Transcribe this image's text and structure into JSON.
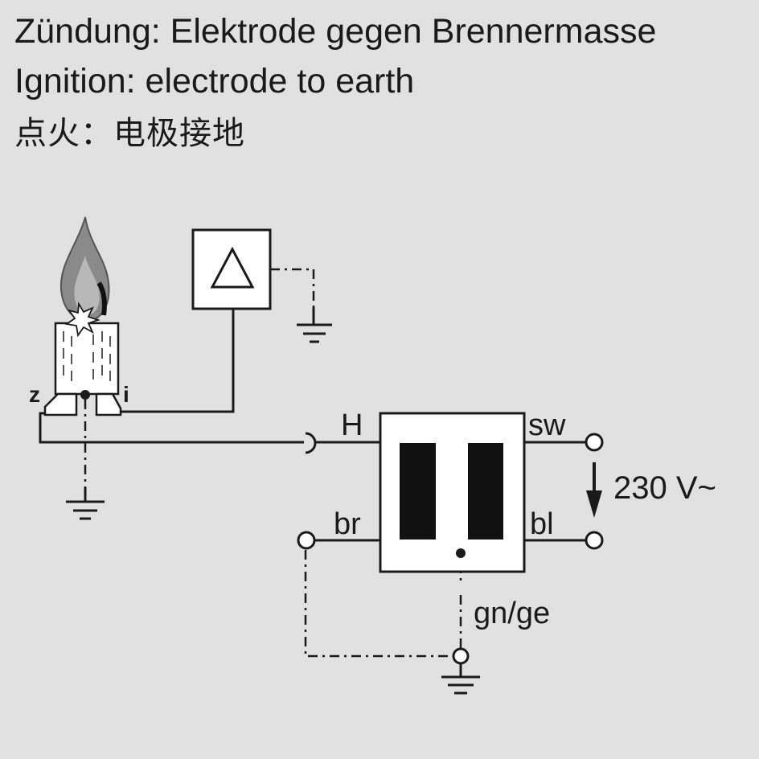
{
  "headings": {
    "de": "Zündung: Elektrode gegen Brennermasse",
    "en": "Ignition: electrode to earth",
    "zh": "点火：电极接地"
  },
  "labels": {
    "z": "z",
    "i": "i",
    "H": "H",
    "sw": "sw",
    "br": "br",
    "bl": "bl",
    "voltage": "230 V~",
    "gnge": "gn/ge"
  },
  "colors": {
    "background": "#e1e1e1",
    "line": "#1a1a1a",
    "flame_outer": "#8a8a8a",
    "flame_inner": "#b8b8b8",
    "box_fill": "#ffffff",
    "coil_fill": "#111111"
  },
  "icons": [
    "flame-icon",
    "spark-icon",
    "delta-icon",
    "ground-icon"
  ]
}
